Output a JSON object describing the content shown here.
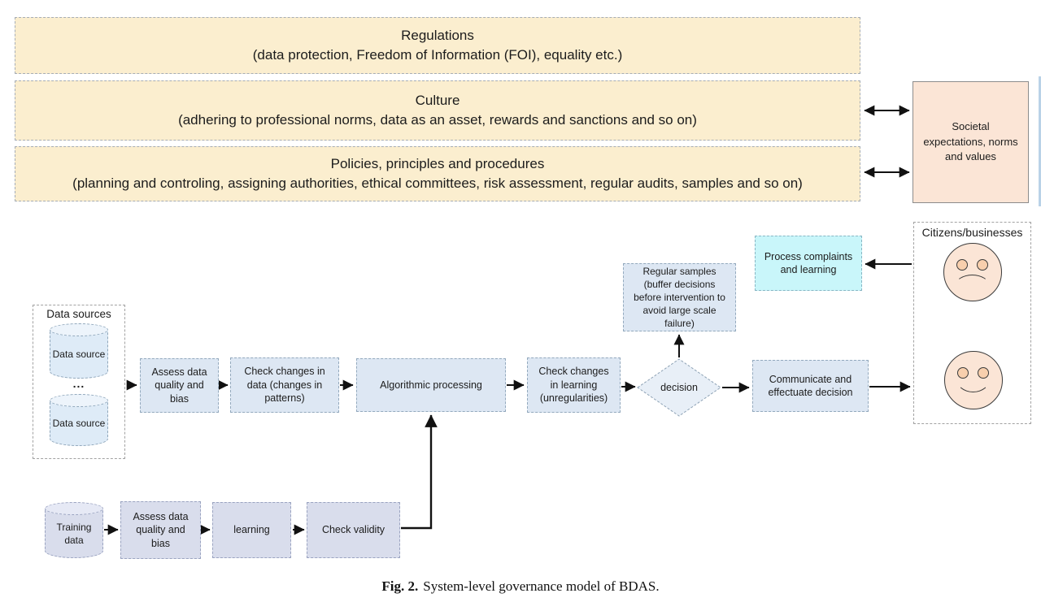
{
  "colors": {
    "cream": "#fbeecf",
    "peach": "#fbe5d6",
    "face_eye": "#f8cfad",
    "process_blue": "#dde7f3",
    "training_blue": "#d9ddec",
    "training_top": "#e6e9f5",
    "cylinder_blue": "#deebf7",
    "cyl_top": "#edf4fb",
    "diamond_blue": "#e8eff7",
    "cyan": "#c9f6fa",
    "arrow": "#111111"
  },
  "governance_layers": {
    "regulations": {
      "title": "Regulations",
      "detail": "(data protection, Freedom of Information (FOI), equality etc.)"
    },
    "culture": {
      "title": "Culture",
      "detail": "(adhering to professional norms, data as an asset, rewards and sanctions and so on)"
    },
    "policies": {
      "title": "Policies, principles and procedures",
      "detail": "(planning and controling, assigning authorities, ethical committees,  risk assessment, regular audits, samples and so on)"
    }
  },
  "society_box": {
    "label": "Societal expectations, norms and values"
  },
  "data_sources": {
    "title": "Data sources",
    "source1": "Data source",
    "ellipsis": "...",
    "source2": "Data source"
  },
  "main_flow": {
    "assess_quality": "Assess data quality and bias",
    "check_data_changes": "Check changes in data (changes in patterns)",
    "algorithmic_processing": "Algorithmic processing",
    "check_learning_changes": "Check changes in learning (unregularities)",
    "decision": "decision",
    "regular_samples": "Regular samples (buffer decisions before intervention to avoid large scale failure)",
    "communicate": "Communicate and effectuate decision"
  },
  "feedback": {
    "process_complaints": "Process complaints and learning"
  },
  "citizens_box": {
    "label": "Citizens/businesses"
  },
  "training_flow": {
    "training_data": "Training data",
    "assess_quality": "Assess data quality and bias",
    "learning": "learning",
    "check_validity": "Check validity"
  },
  "caption": {
    "prefix": "Fig. 2.",
    "text": "System-level governance model of BDAS."
  }
}
